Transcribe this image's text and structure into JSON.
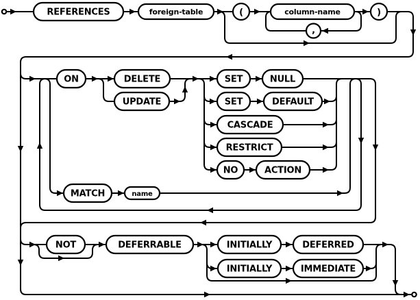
{
  "diagram": {
    "kind": "syntax-railroad-diagram",
    "colors": {
      "line": "#000000",
      "text": "#000000",
      "background": "#ffffff"
    },
    "top_row": {
      "references": "REFERENCES",
      "foreign_table": "foreign-table",
      "open_paren": "(",
      "column_name": "column-name",
      "comma": ",",
      "close_paren": ")"
    },
    "on_clause": {
      "on": "ON",
      "delete": "DELETE",
      "update": "UPDATE",
      "actions": {
        "set_null": {
          "set": "SET",
          "null": "NULL"
        },
        "set_default": {
          "set": "SET",
          "default": "DEFAULT"
        },
        "cascade": "CASCADE",
        "restrict": "RESTRICT",
        "no_action": {
          "no": "NO",
          "action": "ACTION"
        }
      }
    },
    "match_clause": {
      "match": "MATCH",
      "name": "name"
    },
    "deferrable_clause": {
      "not": "NOT",
      "deferrable": "DEFERRABLE",
      "row_deferred": {
        "initially": "INITIALLY",
        "deferred": "DEFERRED"
      },
      "row_immediate": {
        "initially": "INITIALLY",
        "immediate": "IMMEDIATE"
      }
    }
  }
}
